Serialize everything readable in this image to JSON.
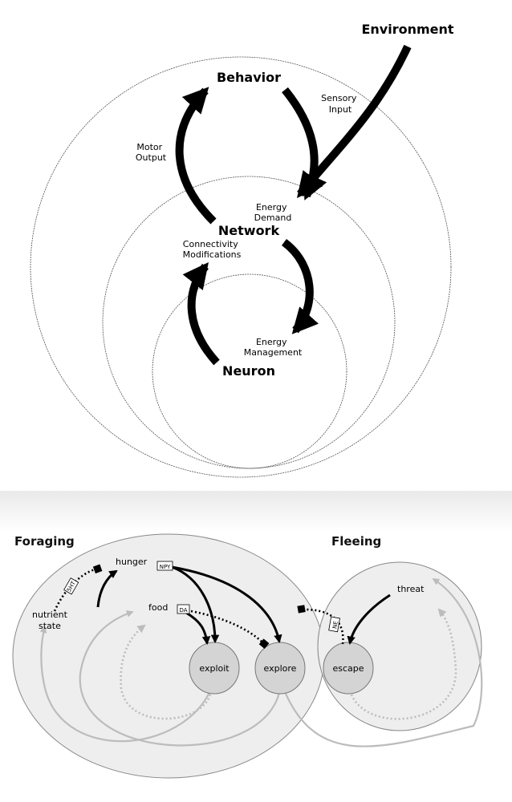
{
  "top": {
    "environment": "Environment",
    "behavior": "Behavior",
    "network": "Network",
    "neuron": "Neuron",
    "sensory_input": [
      "Sensory",
      "Input"
    ],
    "motor_output": [
      "Motor",
      "Output"
    ],
    "energy_demand": [
      "Energy",
      "Demand"
    ],
    "connectivity": [
      "Connectivity",
      "Modifications"
    ],
    "energy_management": [
      "Energy",
      "Management"
    ]
  },
  "bottom": {
    "foraging": "Foraging",
    "fleeing": "Fleeing",
    "hunger": "hunger",
    "food": "food",
    "threat": "threat",
    "nutrient_state": [
      "nutrient",
      "state"
    ],
    "exploit": "exploit",
    "explore": "explore",
    "escape": "escape",
    "tag_5ht": "5HT",
    "tag_npy": "NPY",
    "tag_da": "DA",
    "tag_ne": "NE"
  },
  "colors": {
    "ink": "#000000",
    "outline": "#666666",
    "region_fill": "#eeeeee",
    "node_fill": "#d4d4d4",
    "feedback_gray": "#b8b8b8"
  }
}
